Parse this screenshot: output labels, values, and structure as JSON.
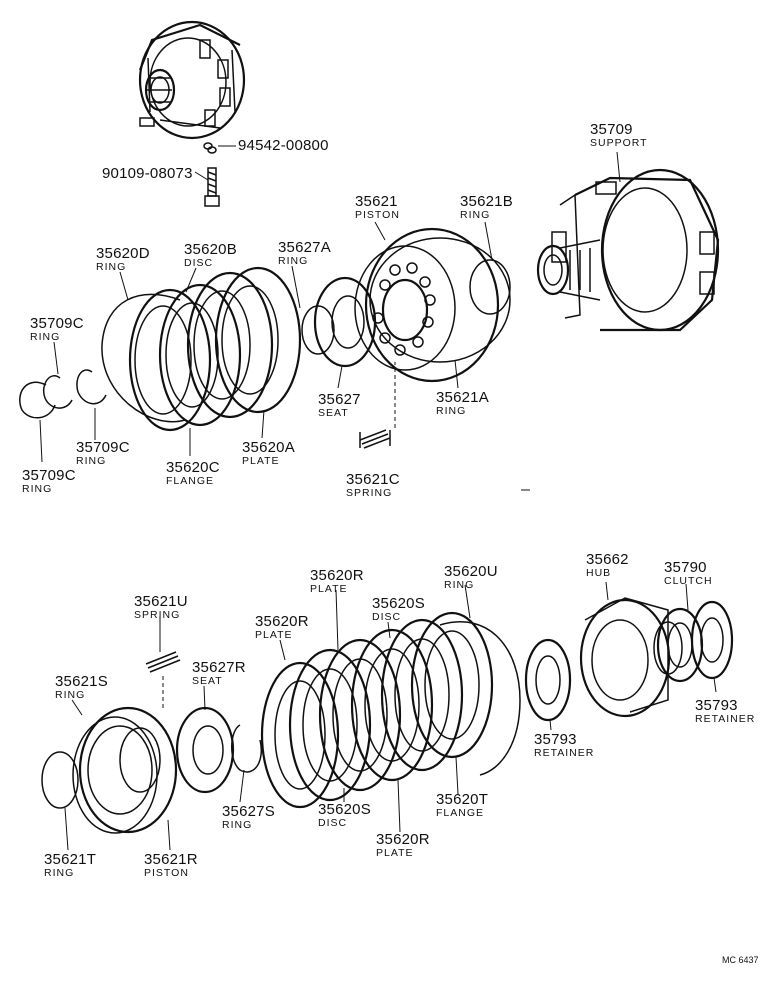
{
  "labels": {
    "p94542": {
      "pn": "94542-00800",
      "nm": ""
    },
    "p90109": {
      "pn": "90109-08073",
      "nm": ""
    },
    "p35709": {
      "pn": "35709",
      "nm": "SUPPORT"
    },
    "p35621": {
      "pn": "35621",
      "nm": "PISTON"
    },
    "p35621B": {
      "pn": "35621B",
      "nm": "RING"
    },
    "p35620D": {
      "pn": "35620D",
      "nm": "RING"
    },
    "p35620B": {
      "pn": "35620B",
      "nm": "DISC"
    },
    "p35627A": {
      "pn": "35627A",
      "nm": "RING"
    },
    "p35709C_a": {
      "pn": "35709C",
      "nm": "RING"
    },
    "p35709C_b": {
      "pn": "35709C",
      "nm": "RING"
    },
    "p35709C_c": {
      "pn": "35709C",
      "nm": "RING"
    },
    "p35627": {
      "pn": "35627",
      "nm": "SEAT"
    },
    "p35621A": {
      "pn": "35621A",
      "nm": "RING"
    },
    "p35620A": {
      "pn": "35620A",
      "nm": "PLATE"
    },
    "p35620C": {
      "pn": "35620C",
      "nm": "FLANGE"
    },
    "p35621C": {
      "pn": "35621C",
      "nm": "SPRING"
    },
    "p35620R_a": {
      "pn": "35620R",
      "nm": "PLATE"
    },
    "p35620U": {
      "pn": "35620U",
      "nm": "RING"
    },
    "p35662": {
      "pn": "35662",
      "nm": "HUB"
    },
    "p35790": {
      "pn": "35790",
      "nm": "CLUTCH"
    },
    "p35621U": {
      "pn": "35621U",
      "nm": "SPRING"
    },
    "p35620S_a": {
      "pn": "35620S",
      "nm": "DISC"
    },
    "p35620R_b": {
      "pn": "35620R",
      "nm": "PLATE"
    },
    "p35627R": {
      "pn": "35627R",
      "nm": "SEAT"
    },
    "p35621S": {
      "pn": "35621S",
      "nm": "RING"
    },
    "p35793_a": {
      "pn": "35793",
      "nm": "RETAINER"
    },
    "p35793_b": {
      "pn": "35793",
      "nm": "RETAINER"
    },
    "p35627S": {
      "pn": "35627S",
      "nm": "RING"
    },
    "p35620S_b": {
      "pn": "35620S",
      "nm": "DISC"
    },
    "p35620T": {
      "pn": "35620T",
      "nm": "FLANGE"
    },
    "p35620R_c": {
      "pn": "35620R",
      "nm": "PLATE"
    },
    "p35621T": {
      "pn": "35621T",
      "nm": "RING"
    },
    "p35621R": {
      "pn": "35621R",
      "nm": "PISTON"
    }
  },
  "footer_code": "MC 6437"
}
